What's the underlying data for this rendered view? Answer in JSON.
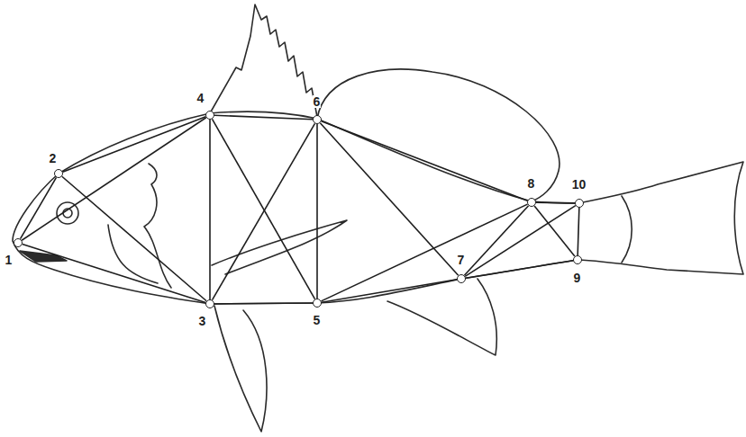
{
  "diagram": {
    "nodes": [
      {
        "text": [
          "1"
        ]
      },
      {
        "text": [
          "2"
        ]
      },
      {
        "text": [
          "3"
        ]
      },
      {
        "text": [
          "4"
        ]
      },
      {
        "text": [
          "5"
        ]
      },
      {
        "text": [
          "6"
        ]
      },
      {
        "text": [
          "7"
        ]
      },
      {
        "text": [
          "8"
        ]
      },
      {
        "text": [
          "9"
        ]
      },
      {
        "text": [
          "10"
        ]
      }
    ],
    "edges": [
      {
        "from": 0,
        "to": 1,
        "arrow": "none"
      },
      {
        "from": 0,
        "to": 2,
        "arrow": "none"
      },
      {
        "from": 0,
        "to": 3,
        "arrow": "none"
      },
      {
        "from": 1,
        "to": 2,
        "arrow": "none"
      },
      {
        "from": 1,
        "to": 3,
        "arrow": "none"
      },
      {
        "from": 2,
        "to": 3,
        "arrow": "none"
      },
      {
        "from": 2,
        "to": 4,
        "arrow": "none"
      },
      {
        "from": 3,
        "to": 5,
        "arrow": "none"
      },
      {
        "from": 2,
        "to": 5,
        "arrow": "none"
      },
      {
        "from": 3,
        "to": 4,
        "arrow": "none"
      },
      {
        "from": 4,
        "to": 5,
        "arrow": "none"
      },
      {
        "from": 5,
        "to": 7,
        "arrow": "none"
      },
      {
        "from": 4,
        "to": 6,
        "arrow": "none"
      },
      {
        "from": 5,
        "to": 6,
        "arrow": "none"
      },
      {
        "from": 4,
        "to": 7,
        "arrow": "none"
      },
      {
        "from": 6,
        "to": 7,
        "arrow": "none"
      },
      {
        "from": 7,
        "to": 9,
        "arrow": "none"
      },
      {
        "from": 6,
        "to": 8,
        "arrow": "none"
      },
      {
        "from": 6,
        "to": 9,
        "arrow": "none"
      },
      {
        "from": 7,
        "to": 8,
        "arrow": "none"
      },
      {
        "from": 8,
        "to": 9,
        "arrow": "none"
      }
    ]
  }
}
